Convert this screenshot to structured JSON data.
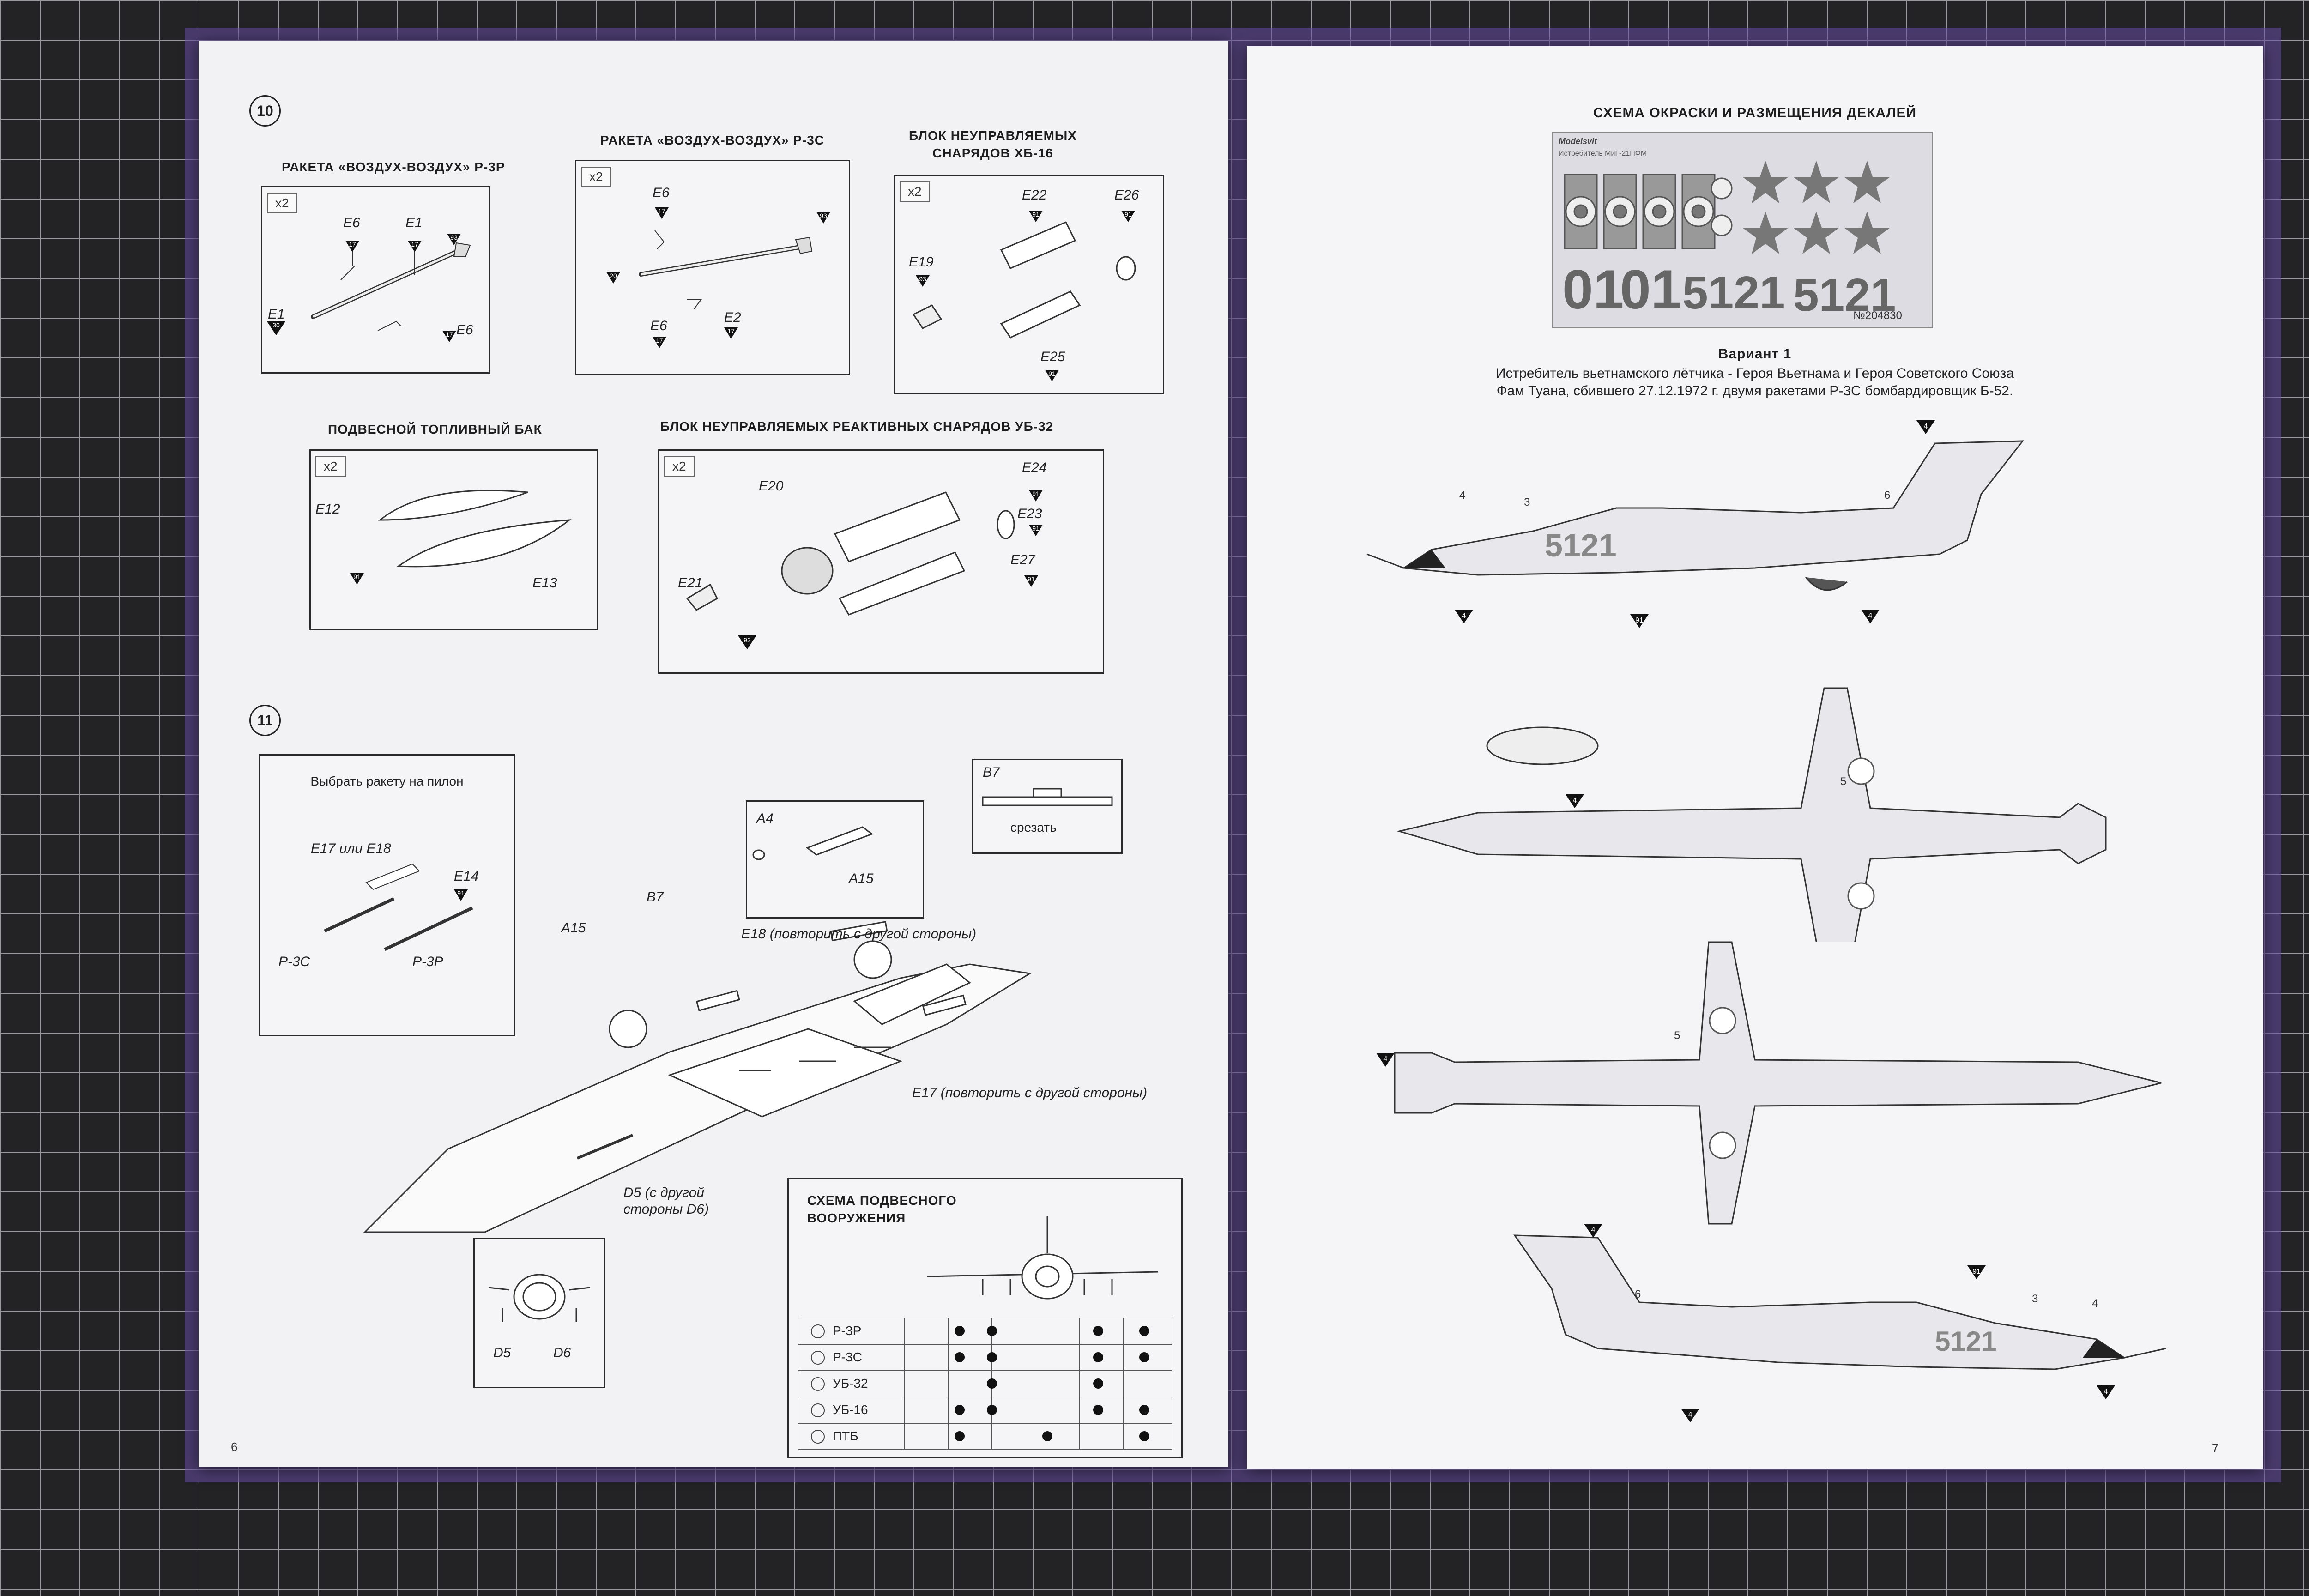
{
  "left_page": {
    "page_number": "6",
    "step10": {
      "number": "10",
      "r3r_title": "РАКЕТА «ВОЗДУХ-ВОЗДУХ» Р-3Р",
      "r3s_title": "РАКЕТА «ВОЗДУХ-ВОЗДУХ» Р-3С",
      "ub16_title_1": "БЛОК НЕУПРАВЛЯЕМЫХ",
      "ub16_title_2": "СНАРЯДОВ ХБ-16",
      "tank_title": "ПОДВЕСНОЙ ТОПЛИВНЫЙ БАК",
      "ub32_title": "БЛОК НЕУПРАВЛЯЕМЫХ РЕАКТИВНЫХ СНАРЯДОВ УБ-32",
      "qty_x2": "x2",
      "r3r_parts": {
        "e6a": "E6",
        "e1a": "E1",
        "e1b": "E1",
        "e6b": "E6",
        "c17a": "17",
        "c17b": "17",
        "c93": "93",
        "c30": "30",
        "c17c": "17"
      },
      "r3s_parts": {
        "e6a": "E6",
        "e2": "E2",
        "e6b": "E6",
        "c17a": "17",
        "c93": "93",
        "c20": "20",
        "c17b": "17",
        "c17c": "17"
      },
      "ub16_parts": {
        "e22": "E22",
        "e26": "E26",
        "e19": "E19",
        "e25": "E25",
        "c91a": "91",
        "c91b": "91",
        "c93": "93",
        "c91c": "91"
      },
      "tank_parts": {
        "e12": "E12",
        "e13": "E13",
        "c91": "91"
      },
      "ub32_parts": {
        "e20": "E20",
        "e24": "E24",
        "e21": "E21",
        "e23": "E23",
        "e27": "E27",
        "c91a": "91",
        "c91b": "91",
        "c91c": "91",
        "c93": "93"
      }
    },
    "step11": {
      "number": "11",
      "select_title": "Выбрать ракету на пилон",
      "e17e18": "E17 или E18",
      "e14": "E14",
      "c91": "91",
      "r3s": "Р-3С",
      "r3r": "Р-3Р",
      "a4": "A4",
      "a15": "A15",
      "a15b": "A15",
      "b7": "B7",
      "b7box": "B7",
      "cut": "срезать",
      "e18_note": "E18 (повторить с другой стороны)",
      "e17_note": "E17 (повторить с другой стороны)",
      "d5_note_1": "D5 (с другой",
      "d5_note_2": "стороны D6)",
      "d5": "D5",
      "d6": "D6"
    },
    "loadout": {
      "title_1": "СХЕМА ПОДВЕСНОГО",
      "title_2": "ВООРУЖЕНИЯ",
      "rows": [
        {
          "name": "Р-3Р",
          "dots": [
            true,
            true,
            false,
            true,
            true
          ]
        },
        {
          "name": "Р-3С",
          "dots": [
            true,
            true,
            false,
            true,
            true
          ]
        },
        {
          "name": "УБ-32",
          "dots": [
            false,
            true,
            false,
            true,
            false
          ]
        },
        {
          "name": "УБ-16",
          "dots": [
            true,
            true,
            false,
            true,
            true
          ]
        },
        {
          "name": "ПТБ",
          "dots": [
            true,
            false,
            true,
            false,
            true
          ]
        }
      ]
    }
  },
  "right_page": {
    "page_number": "7",
    "title": "СХЕМА ОКРАСКИ И РАЗМЕЩЕНИЯ ДЕКАЛЕЙ",
    "decal_sheet": {
      "brand": "Modelsvit",
      "caption": "Истребитель МиГ-21ПФМ",
      "numbers_1": "01",
      "numbers_2": "01",
      "numbers_3": "5121",
      "numbers_4": "5121",
      "sheet_no": "№204830"
    },
    "variant_title": "Вариант 1",
    "desc_1": "Истребитель вьетнамского лётчика - Героя Вьетнама и Героя Советского Союза",
    "desc_2": "Фам Туана, сбившего 27.12.1972 г. двумя ракетами Р-3С бомбардировщик Б-52.",
    "aircraft_number": "5121",
    "callouts": {
      "n3": "3",
      "n4": "4",
      "n5": "5",
      "n6": "6",
      "c4": "4",
      "c91": "91"
    }
  }
}
